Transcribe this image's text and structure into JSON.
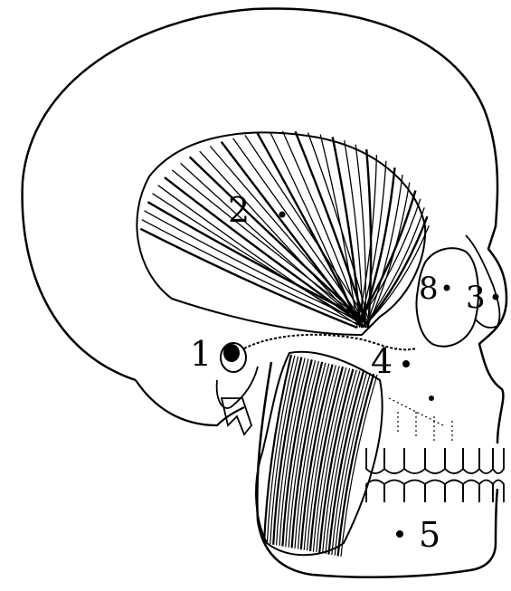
{
  "colors": {
    "ink": "#000000",
    "background": "#ffffff"
  },
  "labels": {
    "point_1": "1",
    "point_2": "2",
    "point_3": "3",
    "point_4": "4",
    "point_5": "5",
    "point_8": "8"
  }
}
